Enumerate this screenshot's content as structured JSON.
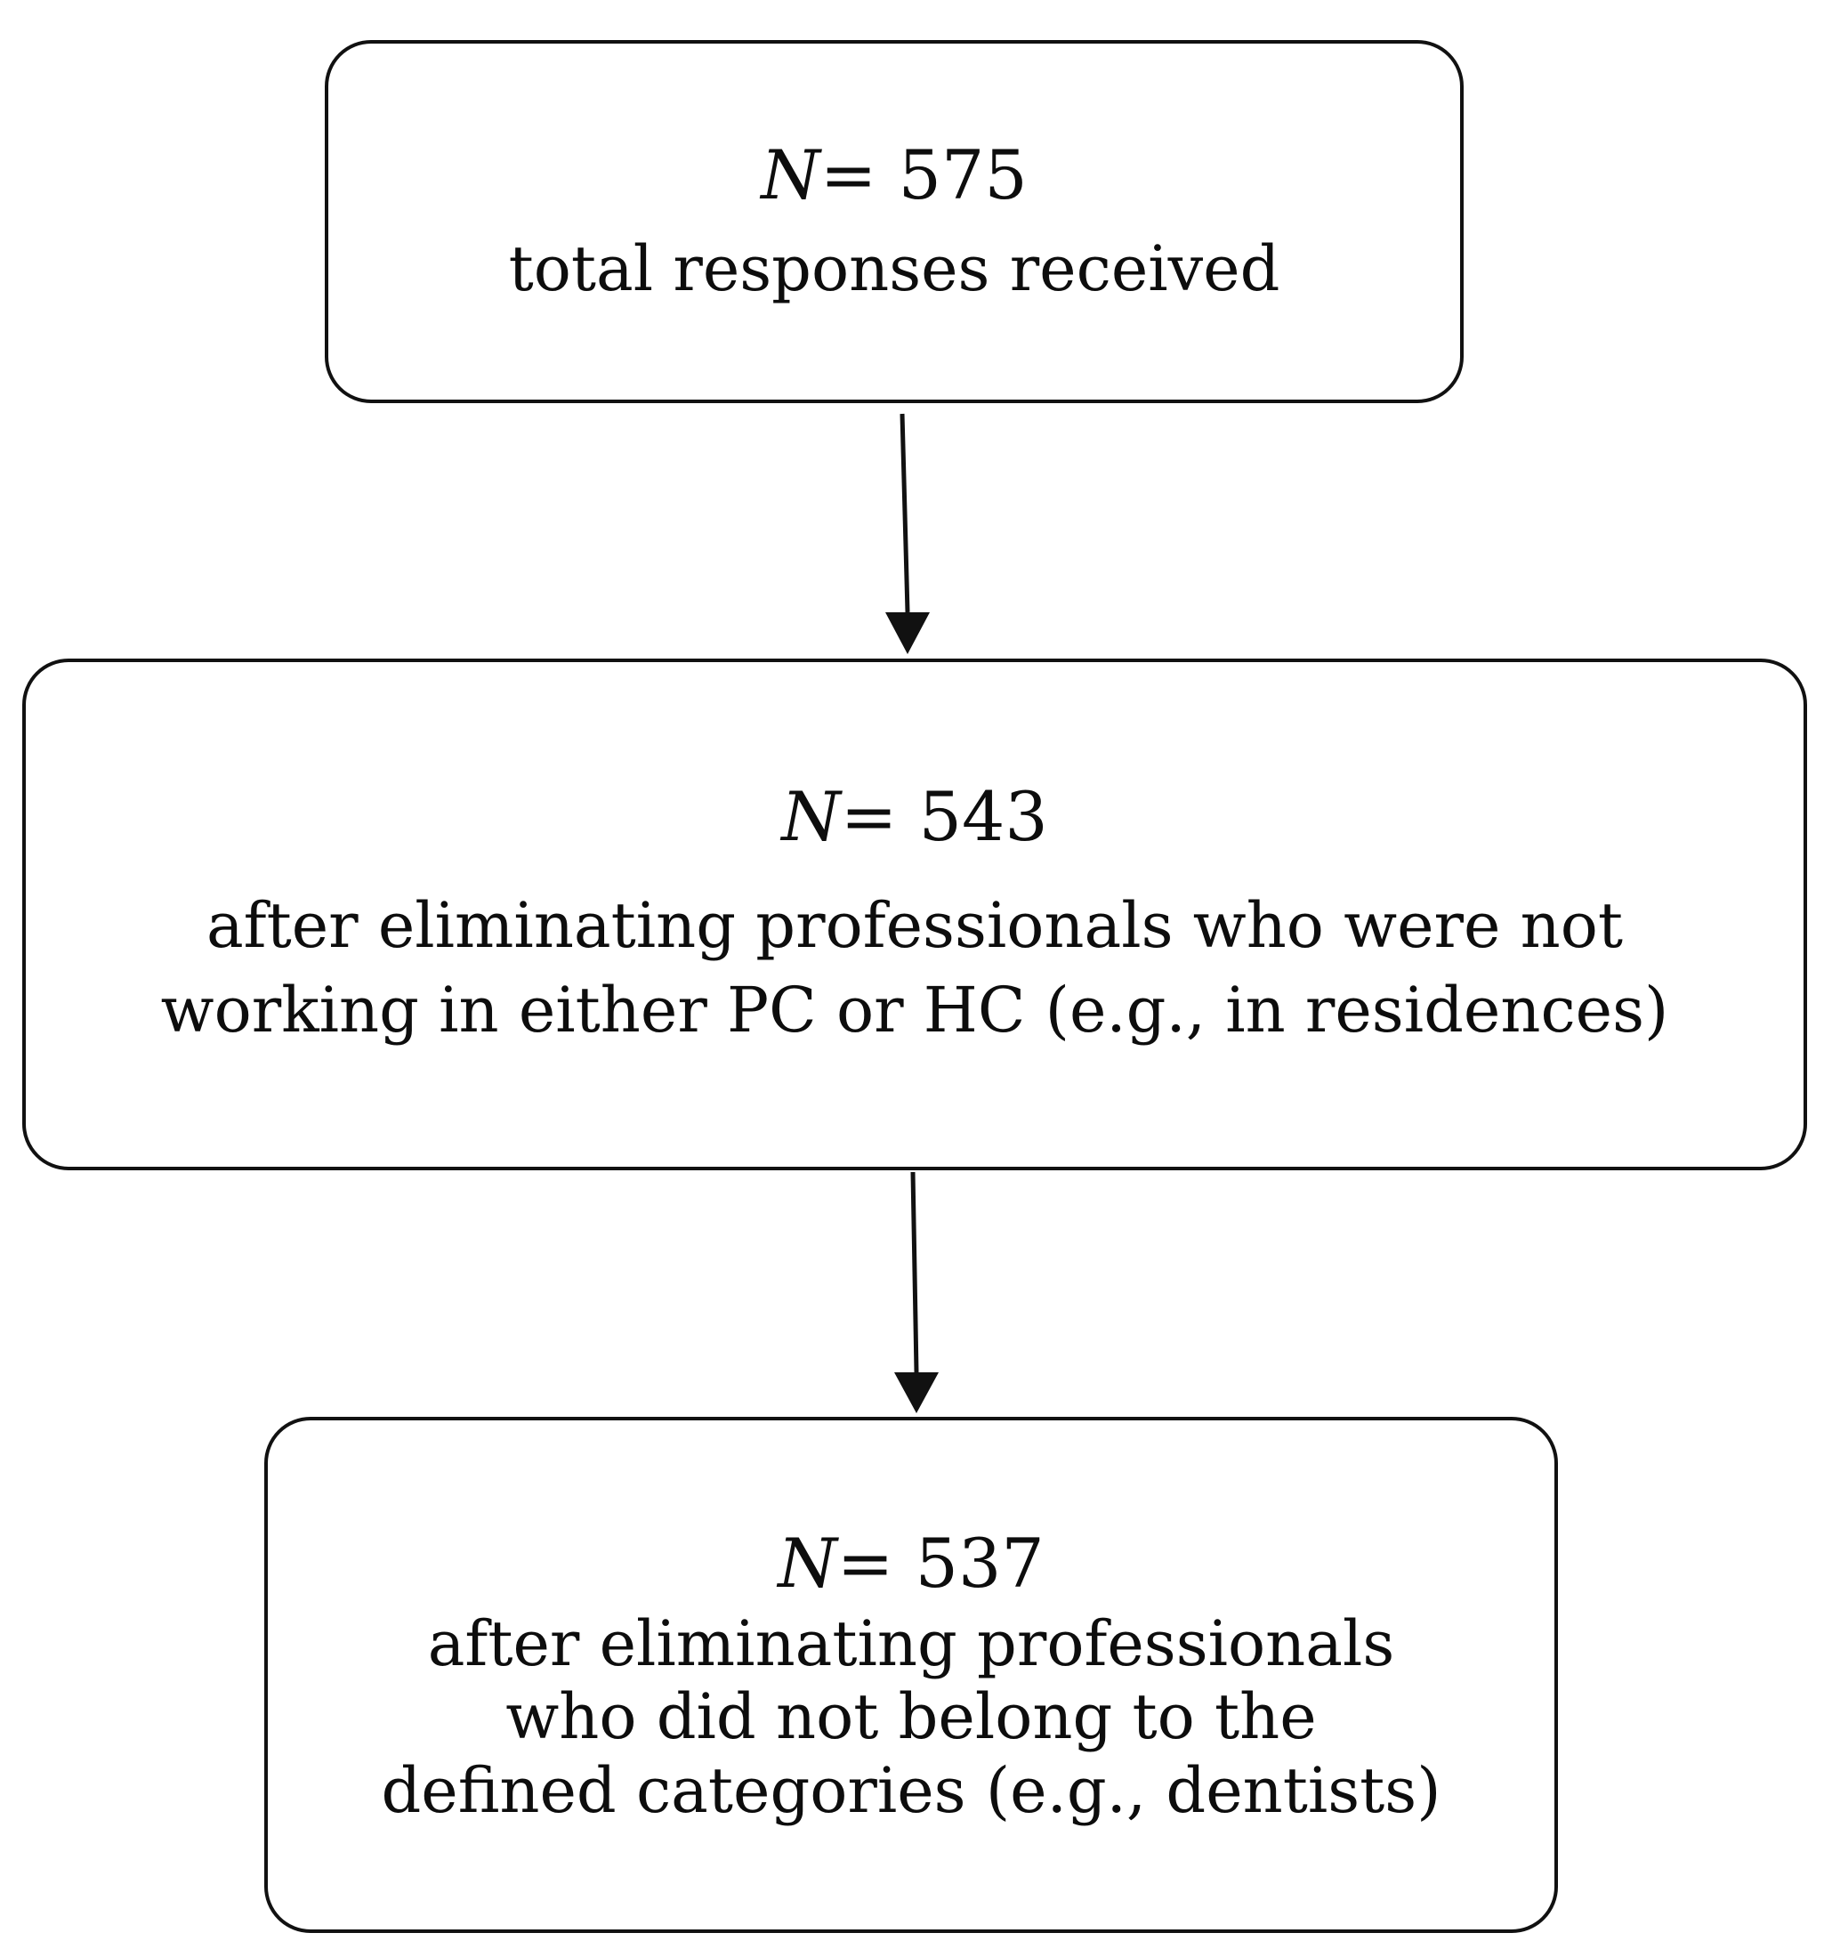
{
  "boxes": [
    {
      "n_symbol": "N",
      "n_value": "= 575",
      "lines": [
        "total responses received"
      ]
    },
    {
      "n_symbol": "N",
      "n_value": "= 543",
      "lines": [
        "after eliminating professionals who were not",
        "working in either PC or HC (e.g., in residences)"
      ]
    },
    {
      "n_symbol": "N",
      "n_value": "= 537",
      "lines": [
        "after eliminating professionals",
        "who did not belong to the",
        "defined categories (e.g., dentists)"
      ]
    }
  ],
  "colors": {
    "stroke": "#111111",
    "text": "#0d0d0d",
    "background": "#ffffff"
  }
}
